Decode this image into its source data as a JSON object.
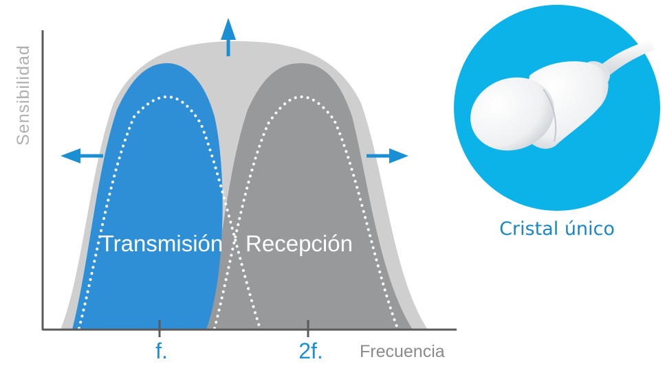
{
  "diagram": {
    "y_axis_label": "Sensibilidad",
    "x_axis_label": "Frecuencia",
    "tick_f": "f.",
    "tick_2f": "2f.",
    "transmit_label": "Transmisión",
    "receive_label": "Recepción",
    "colors": {
      "transmit": "#2e8fd6",
      "receive": "#97999b",
      "envelope": "#cfcfcf",
      "arrows": "#1a8fd3",
      "axis": "#5a5a5a",
      "probe_circle": "#0cb3e8"
    }
  },
  "probe": {
    "caption": "Cristal único"
  }
}
